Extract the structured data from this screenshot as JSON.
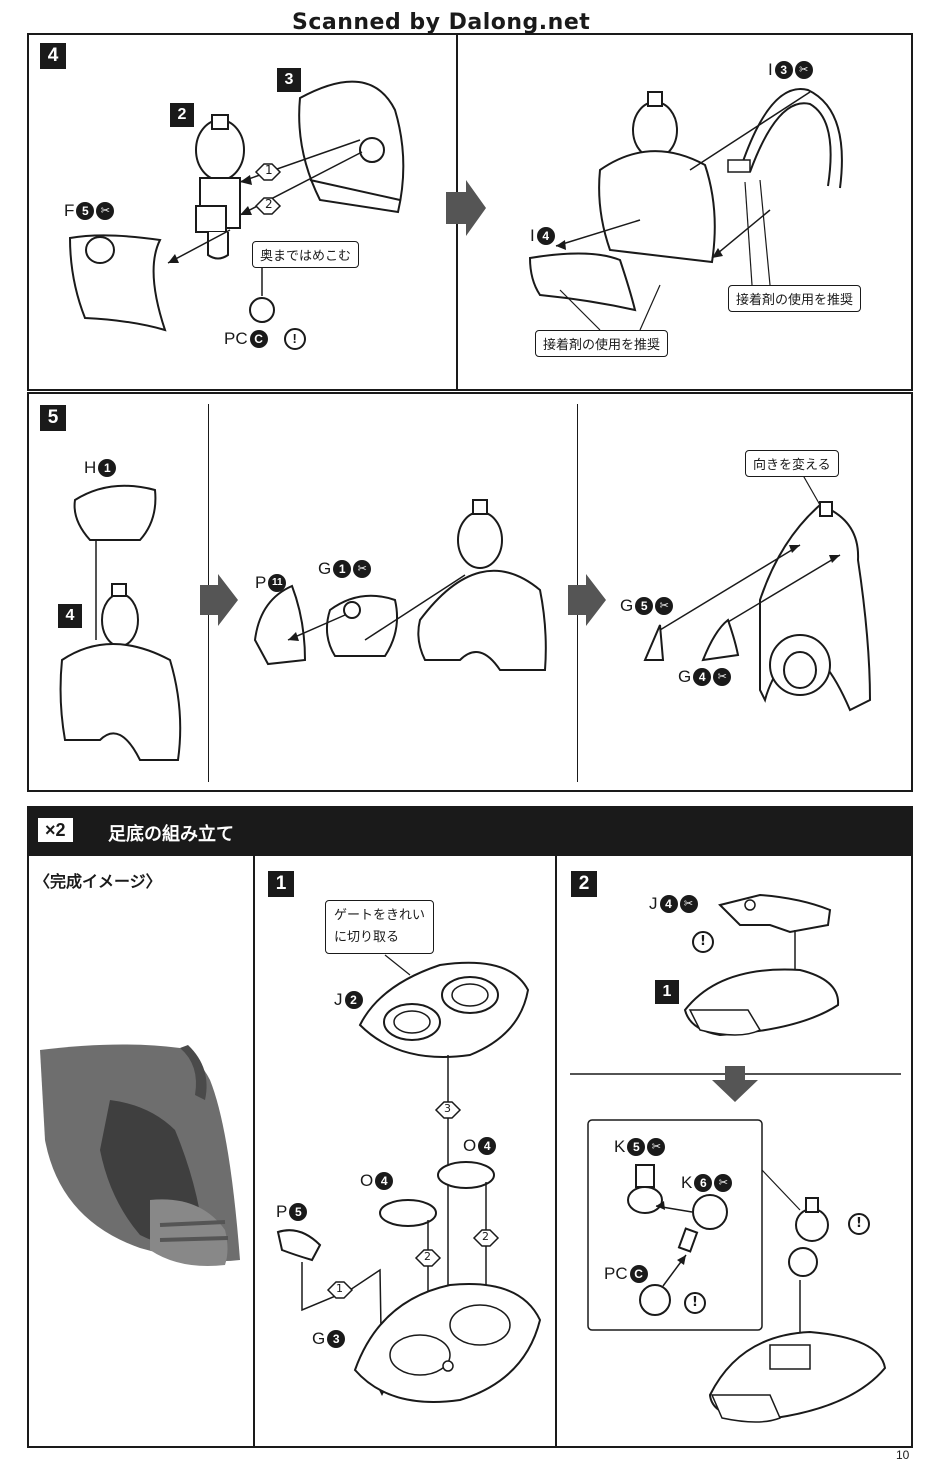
{
  "watermark": "Scanned by Dalong.net",
  "page_number": "10",
  "step4": {
    "number": "4",
    "callout_insert": "奥まではめこむ",
    "callout_glue_1": "接着剤の使用を推奨",
    "callout_glue_2": "接着剤の使用を推奨",
    "parts": {
      "part2": "2",
      "part3": "3",
      "f5": "F",
      "f5_num": "5",
      "pc": "PC",
      "pc_num": "C",
      "i3": "I",
      "i3_num": "3",
      "i4": "I",
      "i4_num": "4",
      "seq1": "1",
      "seq2": "2"
    }
  },
  "step5": {
    "number": "5",
    "callout_turn": "向きを変える",
    "parts": {
      "h1": "H",
      "h1_num": "1",
      "part4": "4",
      "p11": "P",
      "p11_num": "11",
      "g1": "G",
      "g1_num": "1",
      "g5": "G",
      "g5_num": "5",
      "g4": "G",
      "g4_num": "4"
    }
  },
  "section": {
    "multiplier": "×2",
    "title": "足底の組み立て",
    "preview_label": "〈完成イメージ〉"
  },
  "sub1": {
    "number": "1",
    "callout_gate": "ゲートをきれい\nに切り取る",
    "callout_gate_line1": "ゲートをきれい",
    "callout_gate_line2": "に切り取る",
    "parts": {
      "j2": "J",
      "j2_num": "2",
      "o4a": "O",
      "o4a_num": "4",
      "o4b": "O",
      "o4b_num": "4",
      "p5": "P",
      "p5_num": "5",
      "g3": "G",
      "g3_num": "3",
      "seq1": "1",
      "seq2a": "2",
      "seq2b": "2",
      "seq3": "3"
    }
  },
  "sub2": {
    "number": "2",
    "parts": {
      "j4": "J",
      "j4_num": "4",
      "part1": "1",
      "k5": "K",
      "k5_num": "5",
      "k6": "K",
      "k6_num": "6",
      "pc": "PC",
      "pc_num": "C"
    }
  },
  "icons": {
    "cut": "nipper-icon",
    "warn": "caution-icon"
  },
  "colors": {
    "ink": "#1a1a1a",
    "paper": "#ffffff",
    "arrow_gray": "#555555",
    "preview_gray": "#6e6e6e"
  }
}
